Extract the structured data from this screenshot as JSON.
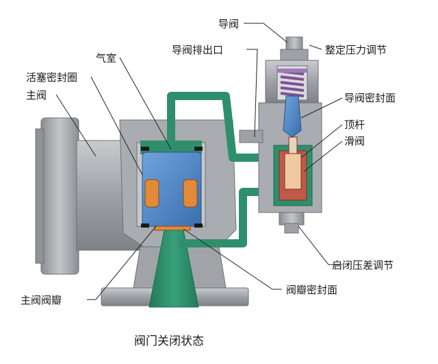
{
  "caption": "阀门关闭状态",
  "labels": {
    "pilot_valve": "导阀",
    "pilot_outlet": "导阀排出口",
    "pressure_adjust": "整定压力调节",
    "air_chamber": "气室",
    "piston_seal_ring": "活塞密封圈",
    "main_valve": "主阀",
    "pilot_seal_face": "导阀密封面",
    "top_rod": "顶杆",
    "slide_valve": "滑阀",
    "diff_pressure_adjust": "启闭压差调节",
    "main_valve_disc": "主阀阀瓣",
    "disc_seal_face": "阀瓣密封面"
  },
  "colors": {
    "body": "#a9acb0",
    "body_dark": "#7b7f84",
    "green": "#2f8f6c",
    "piston_blue": "#4f86c6",
    "seal_orange": "#e08a3a",
    "spring_purple": "#a07cb4"
  }
}
